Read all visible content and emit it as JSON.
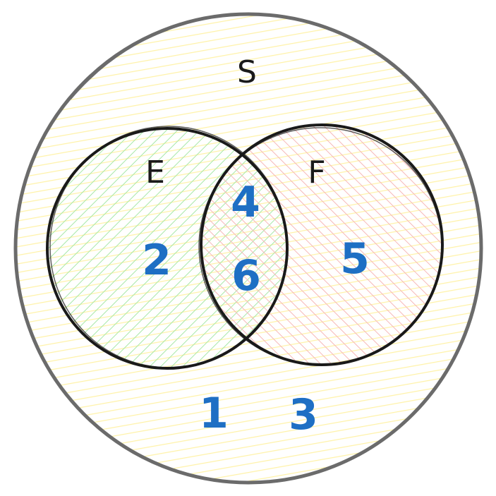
{
  "diagram": {
    "universe": {
      "label": "S",
      "hatch_color": "#fff2a8",
      "border_color": "#6b6b6b"
    },
    "sets": [
      {
        "label": "E",
        "hatch_color": "#a8e8a8"
      },
      {
        "label": "F",
        "hatch_color": "#f6b8b8"
      }
    ],
    "outline_color": "#1a1a1a",
    "element_color": "#1e6fc4",
    "regions": {
      "e_only": [
        "2"
      ],
      "e_and_f": [
        "4",
        "6"
      ],
      "f_only": [
        "5"
      ],
      "outside": [
        "1",
        "3"
      ]
    }
  }
}
